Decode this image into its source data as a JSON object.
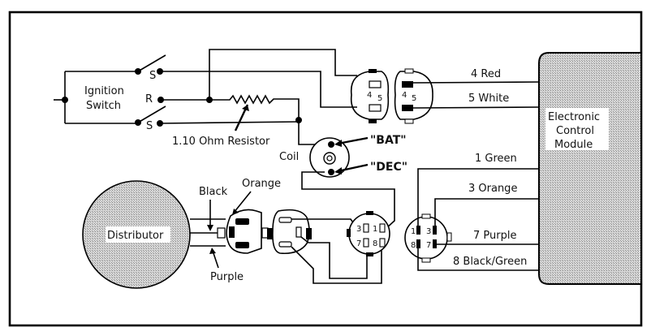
{
  "diagram": {
    "title": "Electronic Ignition Wiring Diagram",
    "components": {
      "ignition_switch": {
        "label_line1": "Ignition",
        "label_line2": "Switch",
        "terminals": [
          "S",
          "R",
          "S"
        ]
      },
      "resistor": {
        "label": "1.10 Ohm Resistor"
      },
      "coil": {
        "label": "Coil",
        "terminal_bat": "\"BAT\"",
        "terminal_dec": "\"DEC\""
      },
      "distributor": {
        "label": "Distributor"
      },
      "ecm": {
        "label_line1": "Electronic",
        "label_line2": "Control",
        "label_line3": "Module"
      }
    },
    "connector_4_5": {
      "pin_a": "4",
      "pin_b": "5"
    },
    "connector_8pin": {
      "pins": [
        "3",
        "1",
        "7",
        "8"
      ]
    },
    "ecm_connector": {
      "pins": [
        "1",
        "3",
        "8",
        "7"
      ]
    },
    "wires": {
      "w4": "4 Red",
      "w5": "5 White",
      "w1": "1 Green",
      "w3": "3 Orange",
      "w7": "7 Purple",
      "w8": "8 Black/Green",
      "dist_black": "Black",
      "dist_orange": "Orange",
      "dist_purple": "Purple"
    },
    "colors": {
      "ink": "#000000",
      "shade": "#c8c8c8",
      "paper": "#ffffff"
    }
  }
}
